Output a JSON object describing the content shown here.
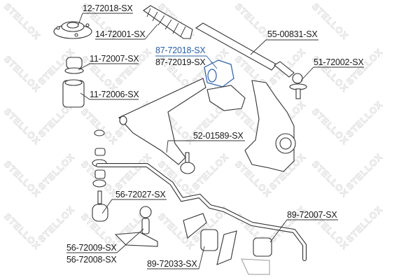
{
  "watermark": "STELLOX",
  "highlight_color": "#2b5fa6",
  "parts": [
    {
      "id": "top-mount",
      "label": "12-72018-SX"
    },
    {
      "id": "steering-boot",
      "label": "14-72001-SX"
    },
    {
      "id": "tie-rod",
      "label": "55-00831-SX"
    },
    {
      "id": "arm-bushing-a",
      "label": "87-72018-SX",
      "highlighted": true
    },
    {
      "id": "arm-bushing-b",
      "label": "87-72019-SX"
    },
    {
      "id": "bump-stop",
      "label": "11-72007-SX"
    },
    {
      "id": "tie-rod-end",
      "label": "51-72002-SX"
    },
    {
      "id": "dust-boot",
      "label": "11-72006-SX"
    },
    {
      "id": "ball-joint",
      "label": "52-01589-SX"
    },
    {
      "id": "stabilizer-link",
      "label": "56-72027-SX"
    },
    {
      "id": "stabilizer-bushing",
      "label": "89-72007-SX"
    },
    {
      "id": "link-a",
      "label": "56-72009-SX"
    },
    {
      "id": "link-b",
      "label": "56-72008-SX"
    },
    {
      "id": "stabilizer-mount-bushing",
      "label": "89-72033-SX"
    }
  ]
}
